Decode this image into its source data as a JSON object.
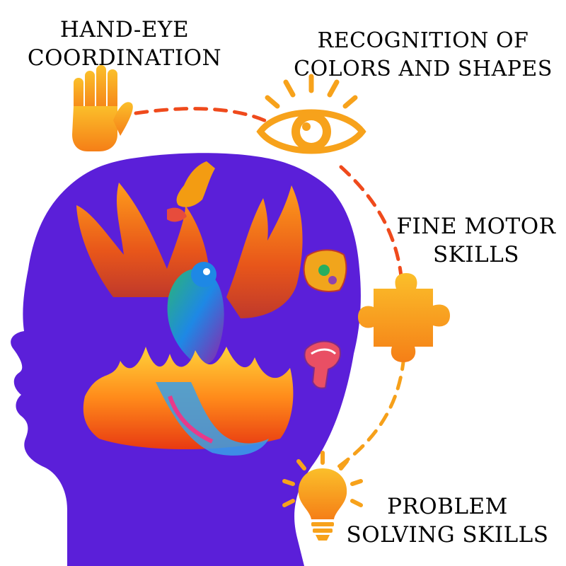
{
  "labels": {
    "hand_eye": [
      "HAND-EYE",
      "COORDINATION"
    ],
    "recognition": [
      "RECOGNITION OF",
      "COLORS AND SHAPES"
    ],
    "fine_motor": [
      "FINE MOTOR",
      "SKILLS"
    ],
    "problem_solving": [
      "PROBLEM",
      "SOLVING SKILLS"
    ]
  },
  "icons": [
    "hand-icon",
    "eye-icon",
    "puzzle-piece-icon",
    "lightbulb-icon"
  ],
  "colors": {
    "head_silhouette": "#5b1fd9",
    "icon_orange": "#f7a21b",
    "dash_red": "#ef4a1c",
    "dash_orange": "#f6a01a",
    "text": "#000000"
  }
}
